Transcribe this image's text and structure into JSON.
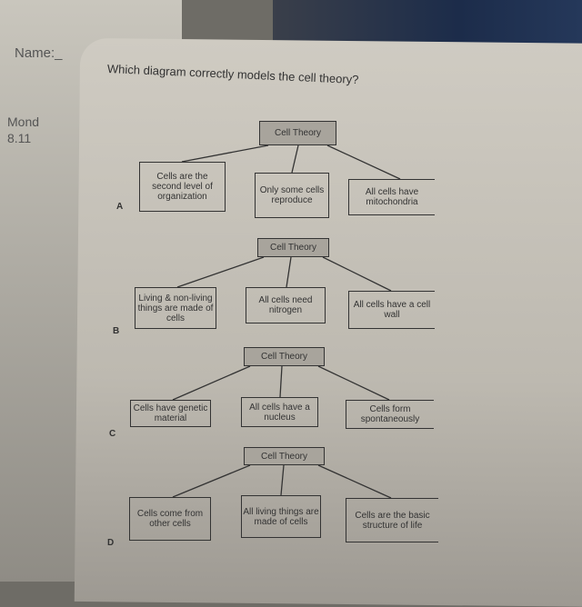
{
  "header": {
    "name_label": "Name:_",
    "side_text_1": "Mond",
    "side_text_2": "8.11"
  },
  "question": "Which diagram correctly models the cell theory?",
  "diagrams": [
    {
      "label": "A",
      "root": "Cell Theory",
      "children": [
        "Cells are the second level of organization",
        "Only some cells reproduce",
        "All cells have mitochondria"
      ]
    },
    {
      "label": "B",
      "root": "Cell Theory",
      "children": [
        "Living & non-living things are made of cells",
        "All cells need nitrogen",
        "All cells have a cell wall"
      ]
    },
    {
      "label": "C",
      "root": "Cell Theory",
      "children": [
        "Cells have genetic material",
        "All cells have a nucleus",
        "Cells form spontaneously"
      ]
    },
    {
      "label": "D",
      "root": "Cell Theory",
      "children": [
        "Cells come from other cells",
        "All living things are made of cells",
        "Cells are the basic structure of life"
      ]
    }
  ]
}
